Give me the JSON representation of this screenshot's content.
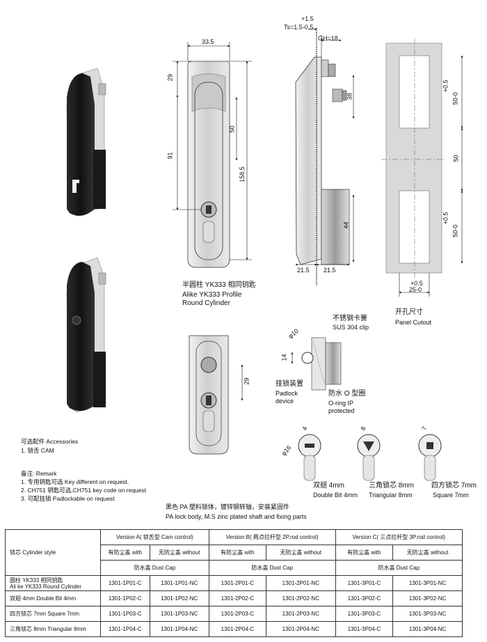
{
  "dims": {
    "front_width": "33.5",
    "front_top": "29",
    "front_total": "91",
    "front_mid": "50",
    "front_len": "158.5",
    "side_tol": "+1.5",
    "side_ts": "Ts=1.5-0.5",
    "side_gh": "GH=18",
    "side_38": "38",
    "side_44": "44",
    "side_215a": "21.5",
    "side_215b": "21.5",
    "cut_tol1": "+0.5",
    "cut_v1": "50-0",
    "cut_mid": "50",
    "cut_tol2": "+0.5",
    "cut_v2": "50-0",
    "cut_w_tol": "+0.5",
    "cut_w": "25-0",
    "detail_29": "29",
    "padlock_d": "φ10",
    "padlock_14": "14",
    "cyl_d16": "φ16",
    "cyl_4": "4",
    "cyl_8": "8",
    "cyl_7": "7"
  },
  "labels": {
    "cylinder_cn": "半圆柱 YK333 相同钥匙",
    "cylinder_en1": "Alike YK333 Profile",
    "cylinder_en2": "Round Cylinder",
    "cutout_cn": "开孔尺寸",
    "cutout_en": "Panel Cutout",
    "clip_cn": "不锈钢卡簧",
    "clip_en": "SUS 304 clip",
    "padlock_cn": "挂锁装置",
    "padlock_en1": "Padlock",
    "padlock_en2": "device",
    "oring_cn": "防水 O 型圈",
    "oring_en1": "O-ring IP",
    "oring_en2": "protected",
    "double_cn": "双翅 4mm",
    "double_en": "Double Bit 4mm",
    "tri_cn": "三角锁芯 8mm",
    "tri_en": "Triangular 8mm",
    "sq_cn": "四方锁芯 7mm",
    "sq_en": "Square 7mm",
    "material_cn": "黑色 PA 塑料锁体，镀锌钢转轴，安装紧固件",
    "material_en": "PA lock body, M.S zinc plated shaft and fixing parts",
    "acc_title": "可选配件 Accessories",
    "acc_1": "1. 锁舌    CAM",
    "remark_title": "备注: Remark",
    "remark_1": "1. 专用钥匙可选 Key different on request.",
    "remark_2": "2. CH751 钥匙可选,CH751 key code on request",
    "remark_3": "3. 可配挂锁    Padlockable on request"
  },
  "table": {
    "row_header": "锁芯 Cylinder style",
    "version_a": "Version A( 锁舌型 Cam control)",
    "version_b": "Version B( 两点拉杆型 2P.rod control)",
    "version_c": "Version C( 三点拉杆型 3P.rod control)",
    "with": "有防尘盖 with",
    "without": "无防尘盖 without",
    "dust_cap": "防水盖 Dust Cap",
    "rows": [
      {
        "name1": "圆柱 YK333 相同钥匙",
        "name2": "Ali ke YK333 Round Cylinder",
        "a_c": "1301-1P01-C",
        "a_nc": "1301-1P01-NC",
        "b_c": "1301-2P01-C",
        "b_nc": "1301-2P01-NC",
        "c_c": "1301-3P01-C",
        "c_nc": "1301-3P01-NC"
      },
      {
        "name1": "双翅 4mm Double Bit 4mm",
        "name2": "",
        "a_c": "1301-1P02-C",
        "a_nc": "1301-1P02-NC",
        "b_c": "1301-2P02-C",
        "b_nc": "1301-2P02-NC",
        "c_c": "1301-3P02-C",
        "c_nc": "1301-3P02-NC"
      },
      {
        "name1": "四方锁芯 7mm Square 7mm",
        "name2": "",
        "a_c": "1301-1P03-C",
        "a_nc": "1301-1P03-NC",
        "b_c": "1301-2P03-C",
        "b_nc": "1301-2P03-NC",
        "c_c": "1301-3P03-C",
        "c_nc": "1301-3P03-NC"
      },
      {
        "name1": "三角锁芯 8mm Triangular 8mm",
        "name2": "",
        "a_c": "1301-1P04-C",
        "a_nc": "1301-1P04-NC",
        "b_c": "1301-2P04-C",
        "b_nc": "1301-2P04-NC",
        "c_c": "1301-3P04-C",
        "c_nc": "1301-3P04-NC"
      }
    ]
  }
}
